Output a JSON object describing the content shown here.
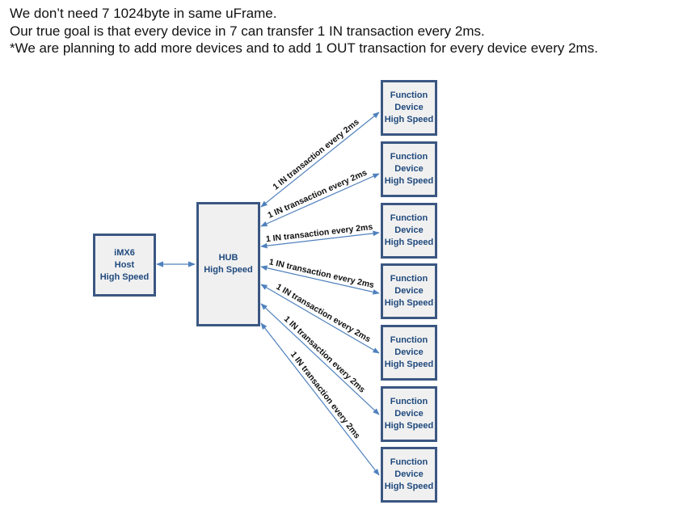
{
  "notes": [
    "We don’t need 7 1024byte in same uFrame.",
    "Our true goal is that every device in 7 can transfer 1 IN transaction every 2ms.",
    "*We are planning to add more devices and to add 1 OUT transaction for every device every 2ms."
  ],
  "host": {
    "lines": [
      "iMX6",
      "Host",
      "High Speed"
    ]
  },
  "hub": {
    "lines": [
      "HUB",
      "High Speed"
    ]
  },
  "devices": [
    {
      "lines": [
        "Function",
        "Device",
        "High Speed"
      ]
    },
    {
      "lines": [
        "Function",
        "Device",
        "High Speed"
      ]
    },
    {
      "lines": [
        "Function",
        "Device",
        "High Speed"
      ]
    },
    {
      "lines": [
        "Function",
        "Device",
        "High Speed"
      ]
    },
    {
      "lines": [
        "Function",
        "Device",
        "High Speed"
      ]
    },
    {
      "lines": [
        "Function",
        "Device",
        "High Speed"
      ]
    },
    {
      "lines": [
        "Function",
        "Device",
        "High Speed"
      ]
    }
  ],
  "links": [
    {
      "label": "1 IN transaction  every 2ms"
    },
    {
      "label": "1 IN transaction  every 2ms"
    },
    {
      "label": "1 IN transaction  every 2ms"
    },
    {
      "label": "1 IN transaction  every 2ms"
    },
    {
      "label": "1 IN transaction  every 2ms"
    },
    {
      "label": "1 IN transaction  every 2ms"
    },
    {
      "label": "1 IN transaction  every 2ms"
    }
  ],
  "colors": {
    "box_border": "#3b5782",
    "box_fill": "#f0f0f0",
    "box_text": "#1f497d",
    "arrow": "#4f81bd"
  }
}
